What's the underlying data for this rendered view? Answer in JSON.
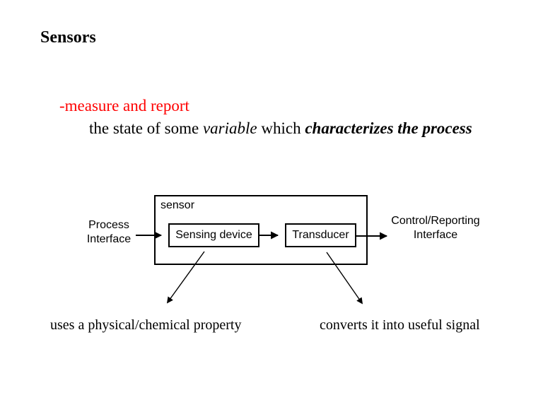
{
  "page": {
    "title": "Sensors"
  },
  "description": {
    "line1": "-measure and report",
    "line2_part1": "the state of some ",
    "line2_italic": "variable",
    "line2_part2": " which ",
    "line2_bold_italic": "characterizes the process"
  },
  "diagram": {
    "container_label": "sensor",
    "left_label_line1": "Process",
    "left_label_line2": "Interface",
    "box1_label": "Sensing device",
    "box2_label": "Transducer",
    "right_label_line1": "Control/Reporting",
    "right_label_line2": "Interface"
  },
  "annotations": {
    "left": "uses a physical/chemical property",
    "right": "converts it into useful signal"
  },
  "colors": {
    "accent_red": "#ff0000",
    "text_black": "#000000",
    "background": "#ffffff",
    "diagram_stroke": "#000000"
  }
}
